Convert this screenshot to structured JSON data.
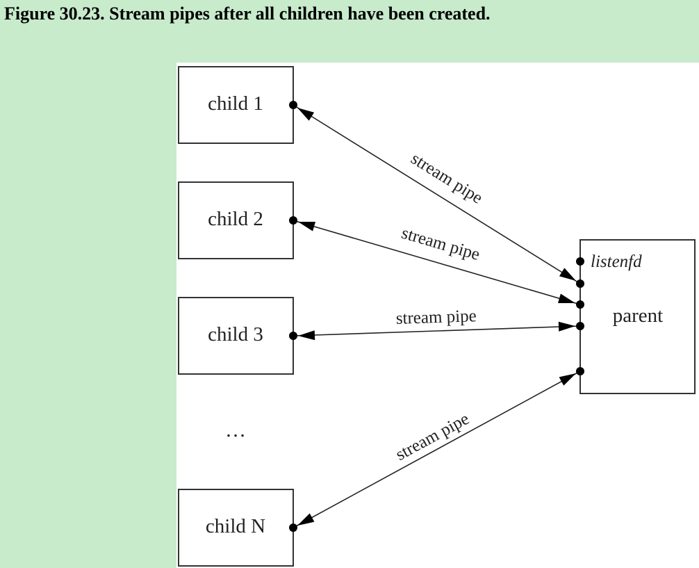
{
  "caption": "Figure 30.23. Stream pipes after all children have been created.",
  "diagram": {
    "children": [
      {
        "label": "child 1"
      },
      {
        "label": "child 2"
      },
      {
        "label": "child 3"
      },
      {
        "label": "child N"
      }
    ],
    "ellipsis": "…",
    "parent": {
      "label": "parent",
      "listen_label": "listenfd"
    },
    "pipes": [
      {
        "label": "stream pipe",
        "from": "child 1"
      },
      {
        "label": "stream pipe",
        "from": "child 2"
      },
      {
        "label": "stream pipe",
        "from": "child 3"
      },
      {
        "label": "stream pipe",
        "from": "child N"
      }
    ]
  }
}
